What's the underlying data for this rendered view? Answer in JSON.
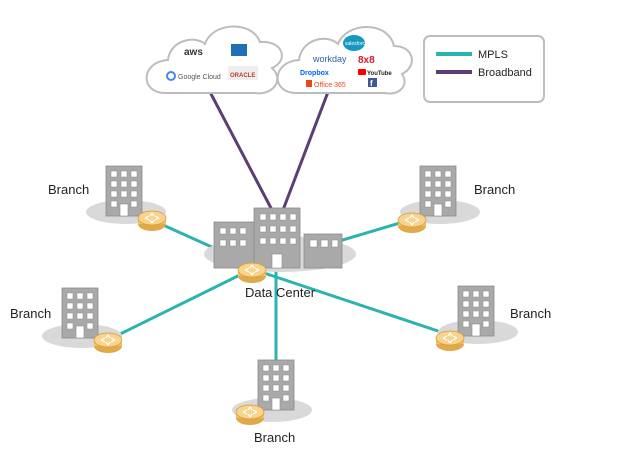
{
  "legend": {
    "items": [
      {
        "label": "MPLS",
        "color": "#2bb3b1"
      },
      {
        "label": "Broadband",
        "color": "#5b3e74"
      }
    ]
  },
  "cloud_left": {
    "logos": [
      "aws",
      "Google Cloud",
      "ORACLE"
    ]
  },
  "cloud_right": {
    "logos": [
      "salesforce",
      "workday",
      "8x8",
      "Dropbox",
      "YouTube",
      "Office 365",
      "f"
    ]
  },
  "center": {
    "label": "Data Center"
  },
  "branches": [
    {
      "label": "Branch"
    },
    {
      "label": "Branch"
    },
    {
      "label": "Branch"
    },
    {
      "label": "Branch"
    },
    {
      "label": "Branch"
    }
  ],
  "colors": {
    "mpls": "#2bb3b1",
    "broadband": "#5b3e74",
    "building": "#a9a9a9",
    "router": "#f2c06a",
    "shadow": "#d9d9d9"
  }
}
